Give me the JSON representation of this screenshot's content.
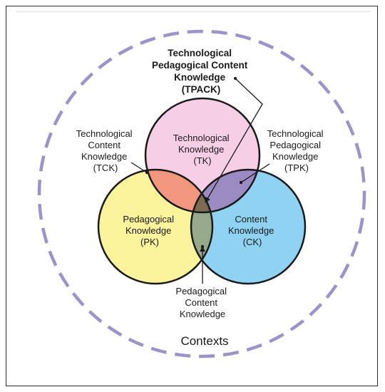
{
  "diagram": {
    "colors": {
      "outer_circle_stroke": "#9b93c9",
      "circle_stroke": "#1a1a1a",
      "technological": "#f6cfe6",
      "pedagogical": "#fbf39c",
      "content": "#8fd2f2",
      "tck": "#f2977e",
      "tpk": "#9c8ac3",
      "pck": "#96a98a",
      "tpack": "#7d6b52"
    },
    "tpack_lines": [
      "Technological",
      "Pedagogical Content",
      "Knowledge",
      "(TPACK)"
    ],
    "tk_lines": [
      "Technological",
      "Knowledge",
      "(TK)"
    ],
    "pk_lines": [
      "Pedagogical",
      "Knowledge",
      "(PK)"
    ],
    "ck_lines": [
      "Content",
      "Knowledge",
      "(CK)"
    ],
    "tck_lines": [
      "Technological",
      "Content",
      "Knowledge",
      "(TCK)"
    ],
    "tpk_lines": [
      "Technological",
      "Pedagogical",
      "Knowledge",
      "(TPK)"
    ],
    "pck_lines": [
      "Pedagogical",
      "Content",
      "Knowledge"
    ],
    "contexts_label": "Contexts"
  }
}
